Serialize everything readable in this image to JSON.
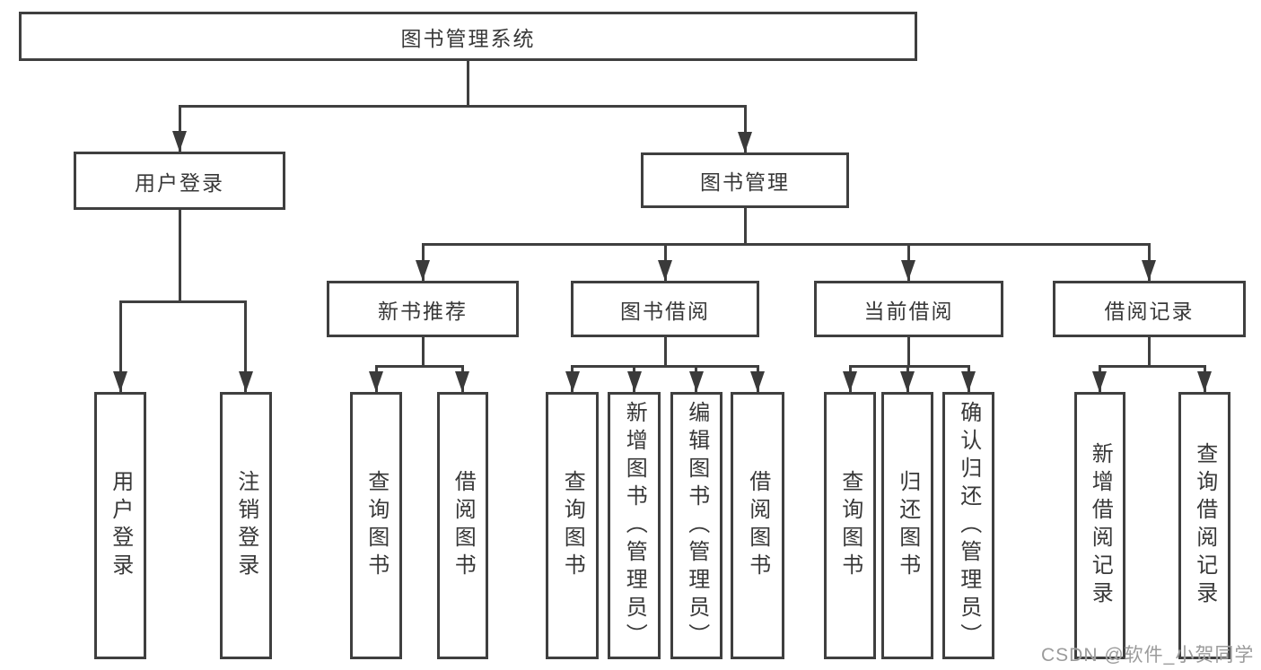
{
  "diagram": {
    "title": "图书管理系统",
    "tree": {
      "label": "图书管理系统",
      "children": [
        {
          "label": "用户登录",
          "children": [
            {
              "label": "用户登录"
            },
            {
              "label": "注销登录"
            }
          ]
        },
        {
          "label": "图书管理",
          "children": [
            {
              "label": "新书推荐",
              "children": [
                {
                  "label": "查询图书"
                },
                {
                  "label": "借阅图书"
                }
              ]
            },
            {
              "label": "图书借阅",
              "children": [
                {
                  "label": "查询图书"
                },
                {
                  "label": "新增图书（管理员）"
                },
                {
                  "label": "编辑图书（管理员）"
                },
                {
                  "label": "借阅图书"
                }
              ]
            },
            {
              "label": "当前借阅",
              "children": [
                {
                  "label": "查询图书"
                },
                {
                  "label": "归还图书"
                },
                {
                  "label": "确认归还（管理员）"
                }
              ]
            },
            {
              "label": "借阅记录",
              "children": [
                {
                  "label": "新增借阅记录"
                },
                {
                  "label": "查询借阅记录"
                }
              ]
            }
          ]
        }
      ]
    }
  },
  "watermark": {
    "text": "CSDN @软件_小贺同学"
  },
  "colors": {
    "line": "#3f3f3f",
    "box_border": "#3f3f3f",
    "text": "#383838",
    "watermark": "#9b9b9b",
    "background": "#ffffff"
  }
}
